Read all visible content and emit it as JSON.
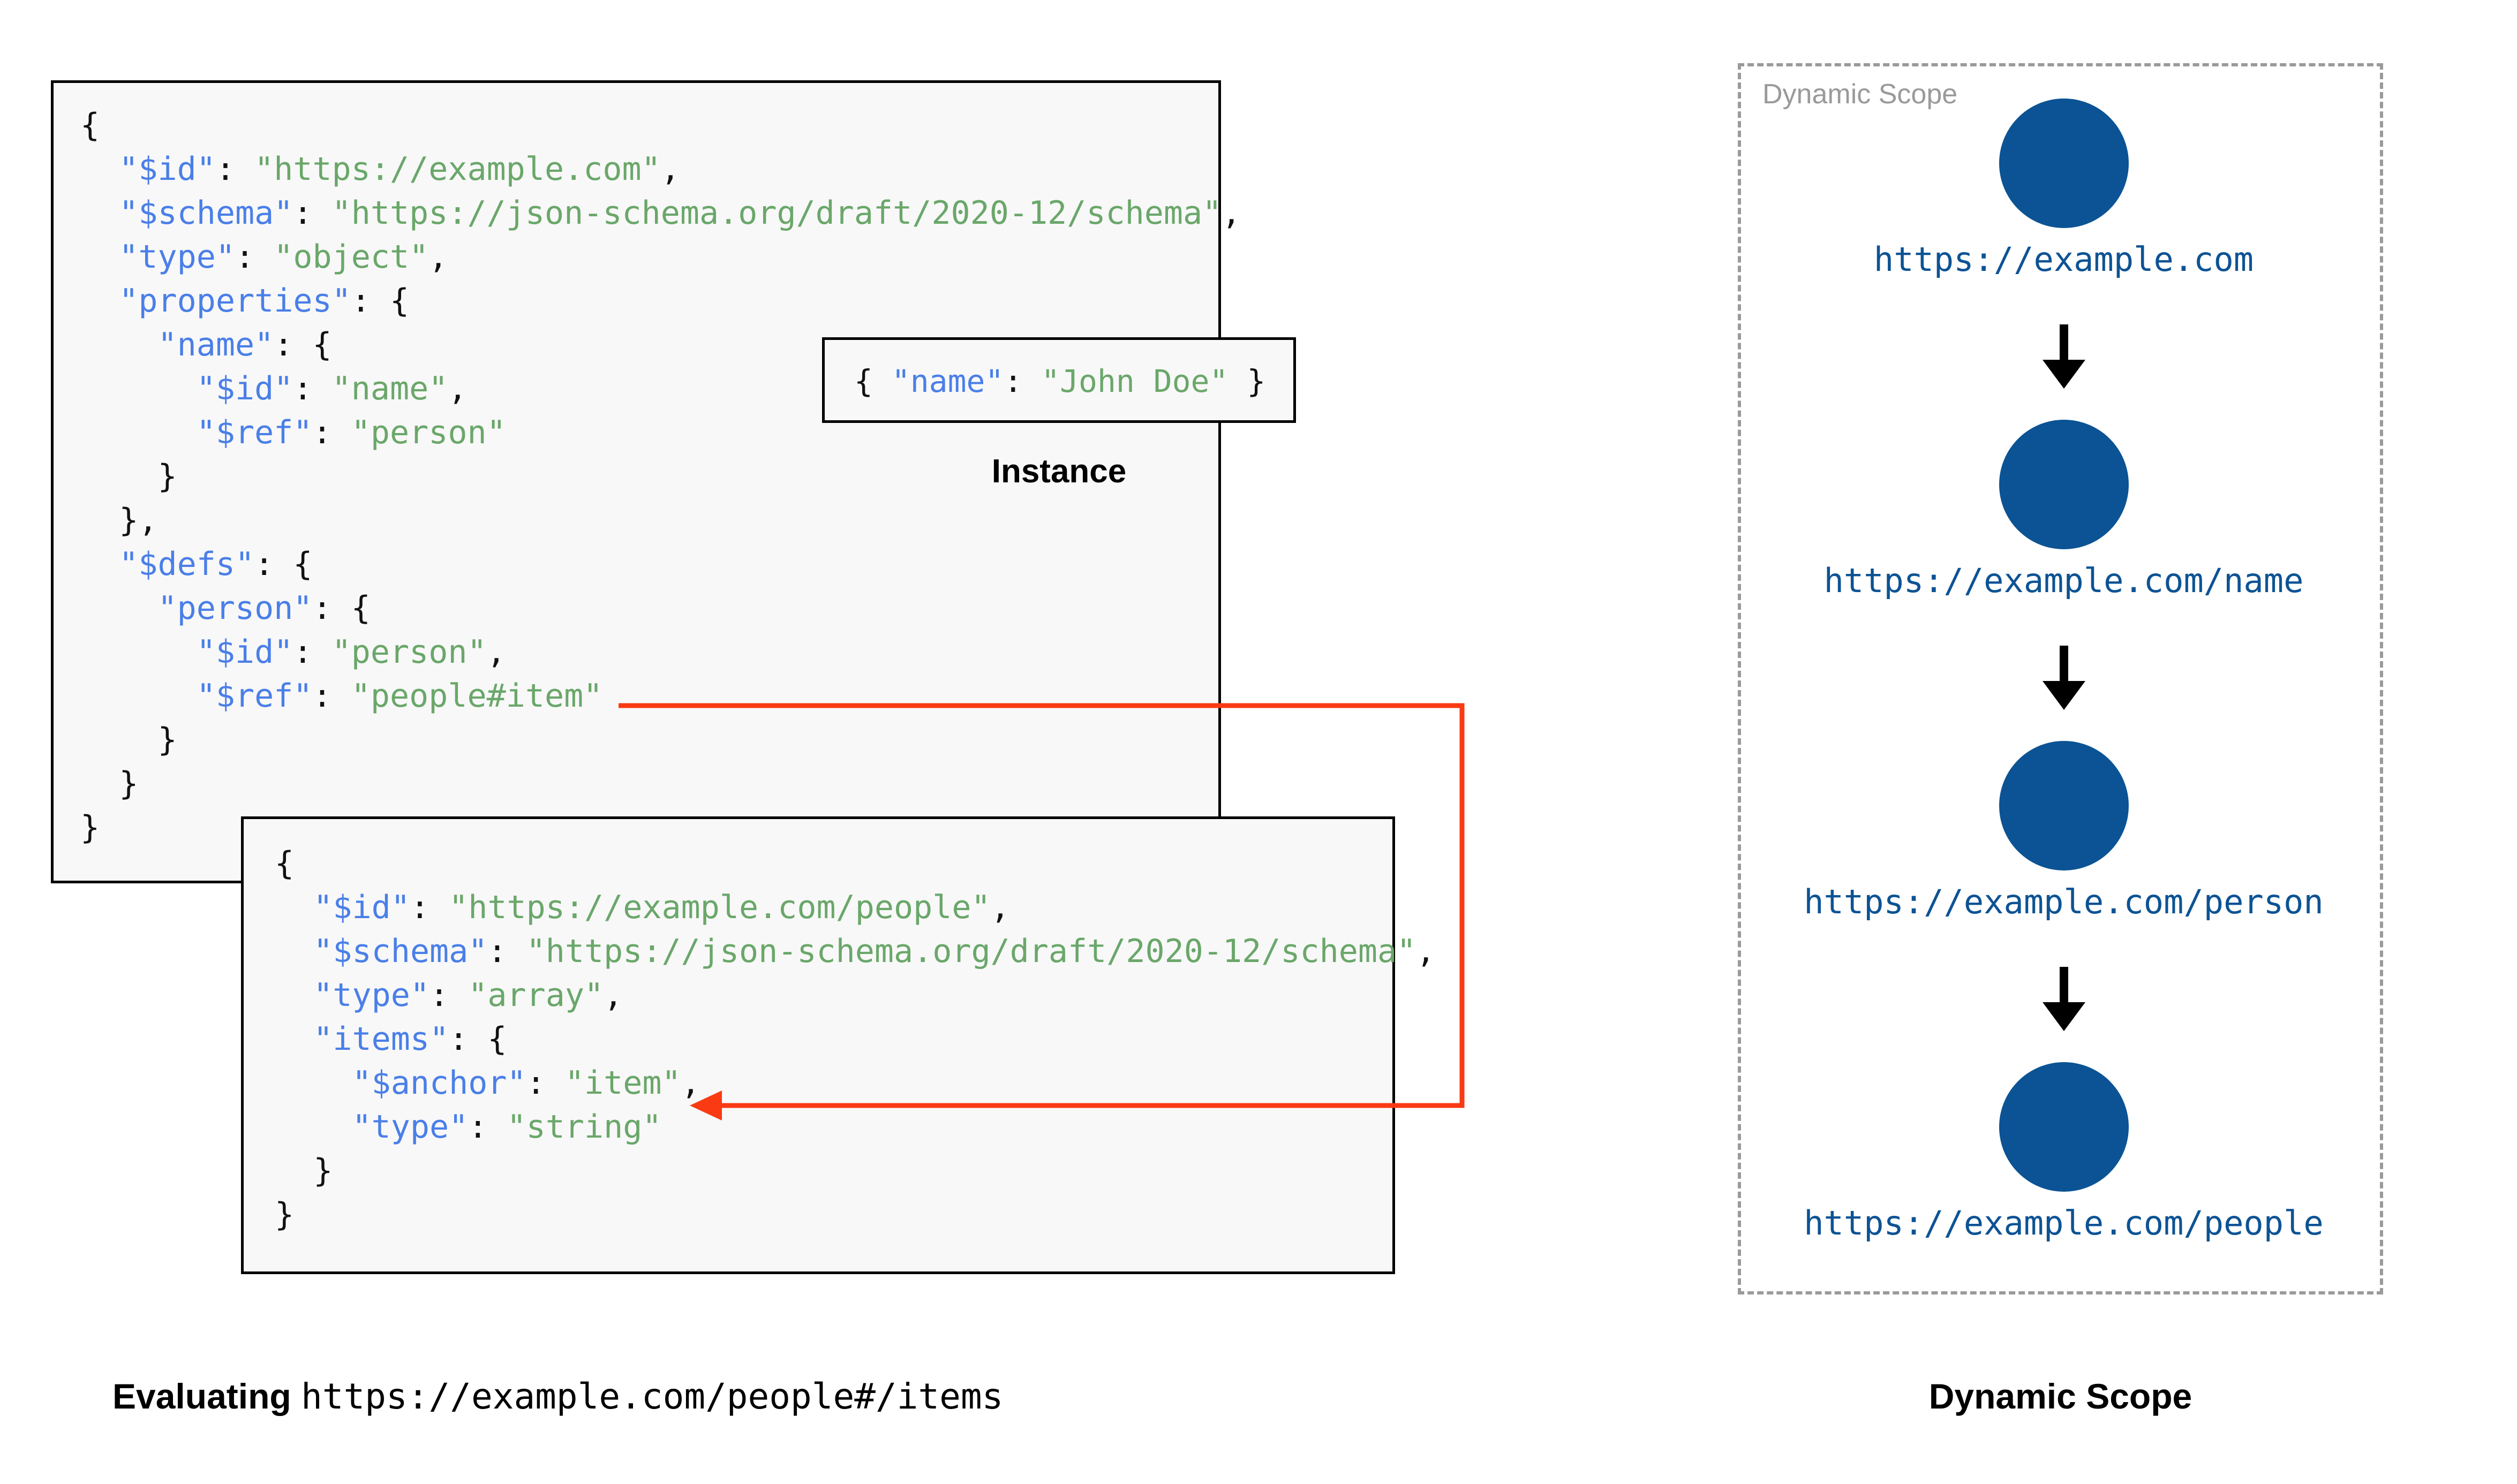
{
  "schema_root": {
    "lines": [
      [
        {
          "t": "{",
          "c": "p"
        }
      ],
      [
        {
          "t": "  ",
          "c": "p"
        },
        {
          "t": "\"$id\"",
          "c": "k"
        },
        {
          "t": ": ",
          "c": "p"
        },
        {
          "t": "\"https://example.com\"",
          "c": "s"
        },
        {
          "t": ",",
          "c": "p"
        }
      ],
      [
        {
          "t": "  ",
          "c": "p"
        },
        {
          "t": "\"$schema\"",
          "c": "k"
        },
        {
          "t": ": ",
          "c": "p"
        },
        {
          "t": "\"https://json-schema.org/draft/2020-12/schema\"",
          "c": "s"
        },
        {
          "t": ",",
          "c": "p"
        }
      ],
      [
        {
          "t": "  ",
          "c": "p"
        },
        {
          "t": "\"type\"",
          "c": "k"
        },
        {
          "t": ": ",
          "c": "p"
        },
        {
          "t": "\"object\"",
          "c": "s"
        },
        {
          "t": ",",
          "c": "p"
        }
      ],
      [
        {
          "t": "  ",
          "c": "p"
        },
        {
          "t": "\"properties\"",
          "c": "k"
        },
        {
          "t": ": {",
          "c": "p"
        }
      ],
      [
        {
          "t": "    ",
          "c": "p"
        },
        {
          "t": "\"name\"",
          "c": "k"
        },
        {
          "t": ": {",
          "c": "p"
        }
      ],
      [
        {
          "t": "      ",
          "c": "p"
        },
        {
          "t": "\"$id\"",
          "c": "k"
        },
        {
          "t": ": ",
          "c": "p"
        },
        {
          "t": "\"name\"",
          "c": "s"
        },
        {
          "t": ",",
          "c": "p"
        }
      ],
      [
        {
          "t": "      ",
          "c": "p"
        },
        {
          "t": "\"$ref\"",
          "c": "k"
        },
        {
          "t": ": ",
          "c": "p"
        },
        {
          "t": "\"person\"",
          "c": "s"
        }
      ],
      [
        {
          "t": "    }",
          "c": "p"
        }
      ],
      [
        {
          "t": "  },",
          "c": "p"
        }
      ],
      [
        {
          "t": "  ",
          "c": "p"
        },
        {
          "t": "\"$defs\"",
          "c": "k"
        },
        {
          "t": ": {",
          "c": "p"
        }
      ],
      [
        {
          "t": "    ",
          "c": "p"
        },
        {
          "t": "\"person\"",
          "c": "k"
        },
        {
          "t": ": {",
          "c": "p"
        }
      ],
      [
        {
          "t": "      ",
          "c": "p"
        },
        {
          "t": "\"$id\"",
          "c": "k"
        },
        {
          "t": ": ",
          "c": "p"
        },
        {
          "t": "\"person\"",
          "c": "s"
        },
        {
          "t": ",",
          "c": "p"
        }
      ],
      [
        {
          "t": "      ",
          "c": "p"
        },
        {
          "t": "\"$ref\"",
          "c": "k"
        },
        {
          "t": ": ",
          "c": "p"
        },
        {
          "t": "\"people#item\"",
          "c": "s"
        }
      ],
      [
        {
          "t": "    }",
          "c": "p"
        }
      ],
      [
        {
          "t": "  }",
          "c": "p"
        }
      ],
      [
        {
          "t": "}",
          "c": "p"
        }
      ]
    ]
  },
  "people_schema": {
    "lines": [
      [
        {
          "t": "{",
          "c": "p"
        }
      ],
      [
        {
          "t": "  ",
          "c": "p"
        },
        {
          "t": "\"$id\"",
          "c": "k"
        },
        {
          "t": ": ",
          "c": "p"
        },
        {
          "t": "\"https://example.com/people\"",
          "c": "s"
        },
        {
          "t": ",",
          "c": "p"
        }
      ],
      [
        {
          "t": "  ",
          "c": "p"
        },
        {
          "t": "\"$schema\"",
          "c": "k"
        },
        {
          "t": ": ",
          "c": "p"
        },
        {
          "t": "\"https://json-schema.org/draft/2020-12/schema\"",
          "c": "s"
        },
        {
          "t": ",",
          "c": "p"
        }
      ],
      [
        {
          "t": "  ",
          "c": "p"
        },
        {
          "t": "\"type\"",
          "c": "k"
        },
        {
          "t": ": ",
          "c": "p"
        },
        {
          "t": "\"array\"",
          "c": "s"
        },
        {
          "t": ",",
          "c": "p"
        }
      ],
      [
        {
          "t": "  ",
          "c": "p"
        },
        {
          "t": "\"items\"",
          "c": "k"
        },
        {
          "t": ": {",
          "c": "p"
        }
      ],
      [
        {
          "t": "    ",
          "c": "p"
        },
        {
          "t": "\"$anchor\"",
          "c": "k"
        },
        {
          "t": ": ",
          "c": "p"
        },
        {
          "t": "\"item\"",
          "c": "s"
        },
        {
          "t": ",",
          "c": "p"
        }
      ],
      [
        {
          "t": "    ",
          "c": "p"
        },
        {
          "t": "\"type\"",
          "c": "k"
        },
        {
          "t": ": ",
          "c": "p"
        },
        {
          "t": "\"string\"",
          "c": "s"
        }
      ],
      [
        {
          "t": "  }",
          "c": "p"
        }
      ],
      [
        {
          "t": "}",
          "c": "p"
        }
      ]
    ]
  },
  "instance": {
    "caption": "Instance",
    "lines": [
      [
        {
          "t": "{ ",
          "c": "p"
        },
        {
          "t": "\"name\"",
          "c": "k"
        },
        {
          "t": ": ",
          "c": "p"
        },
        {
          "t": "\"John Doe\"",
          "c": "s"
        },
        {
          "t": " }",
          "c": "p"
        }
      ]
    ]
  },
  "reference_arrow": {
    "color": "#F93A13",
    "from_label": "\"people#item\"",
    "to_label": "\"$anchor\": \"item\""
  },
  "dynamic_scope": {
    "panel_label": "Dynamic Scope",
    "border_color": "#9a9a9a",
    "node_color": "#0b5394",
    "label_color": "#0d5394",
    "nodes": [
      {
        "label": "https://example.com"
      },
      {
        "label": "https://example.com/name"
      },
      {
        "label": "https://example.com/person"
      },
      {
        "label": "https://example.com/people"
      }
    ]
  },
  "captions": {
    "evaluating_lead": "Evaluating",
    "evaluating_uri": "https://example.com/people#/items",
    "dynamic_scope": "Dynamic Scope"
  }
}
